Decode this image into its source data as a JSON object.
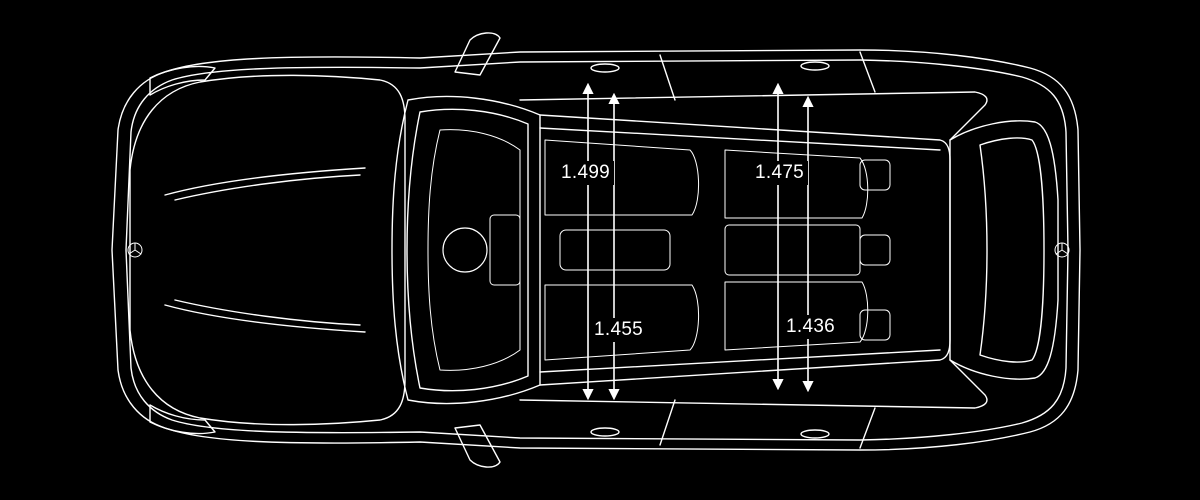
{
  "dimensions": {
    "front_headroom_upper": "1.499",
    "front_headroom_lower": "1.455",
    "rear_headroom_upper": "1.475",
    "rear_headroom_lower": "1.436"
  },
  "colors": {
    "background": "#000000",
    "line": "#ffffff"
  },
  "icons": {
    "front_emblem": "star-emblem-icon",
    "rear_emblem": "star-emblem-icon",
    "arrow": "double-arrow-icon"
  }
}
